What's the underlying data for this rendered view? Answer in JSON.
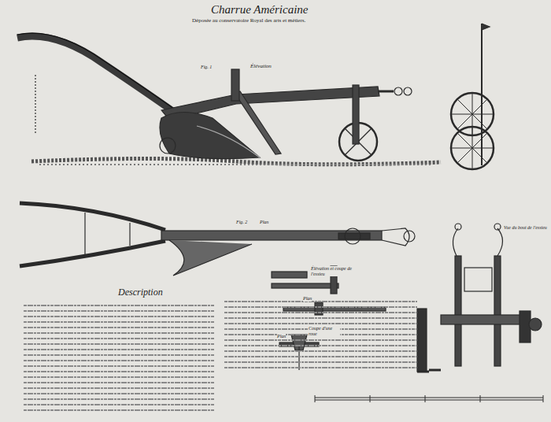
{
  "diagram": {
    "title": "Charrue Américaine",
    "labels": [
      "Déposée au conservatoire Royal des arts et métiers.",
      "Fig. 1",
      "Élévation",
      "Fig. 2",
      "Plan",
      "Description",
      "Élévation et coupe de l'essieu",
      "Plan",
      "Coupe d'une roue",
      "Plan",
      "Vue du bout de l'essieu"
    ]
  }
}
